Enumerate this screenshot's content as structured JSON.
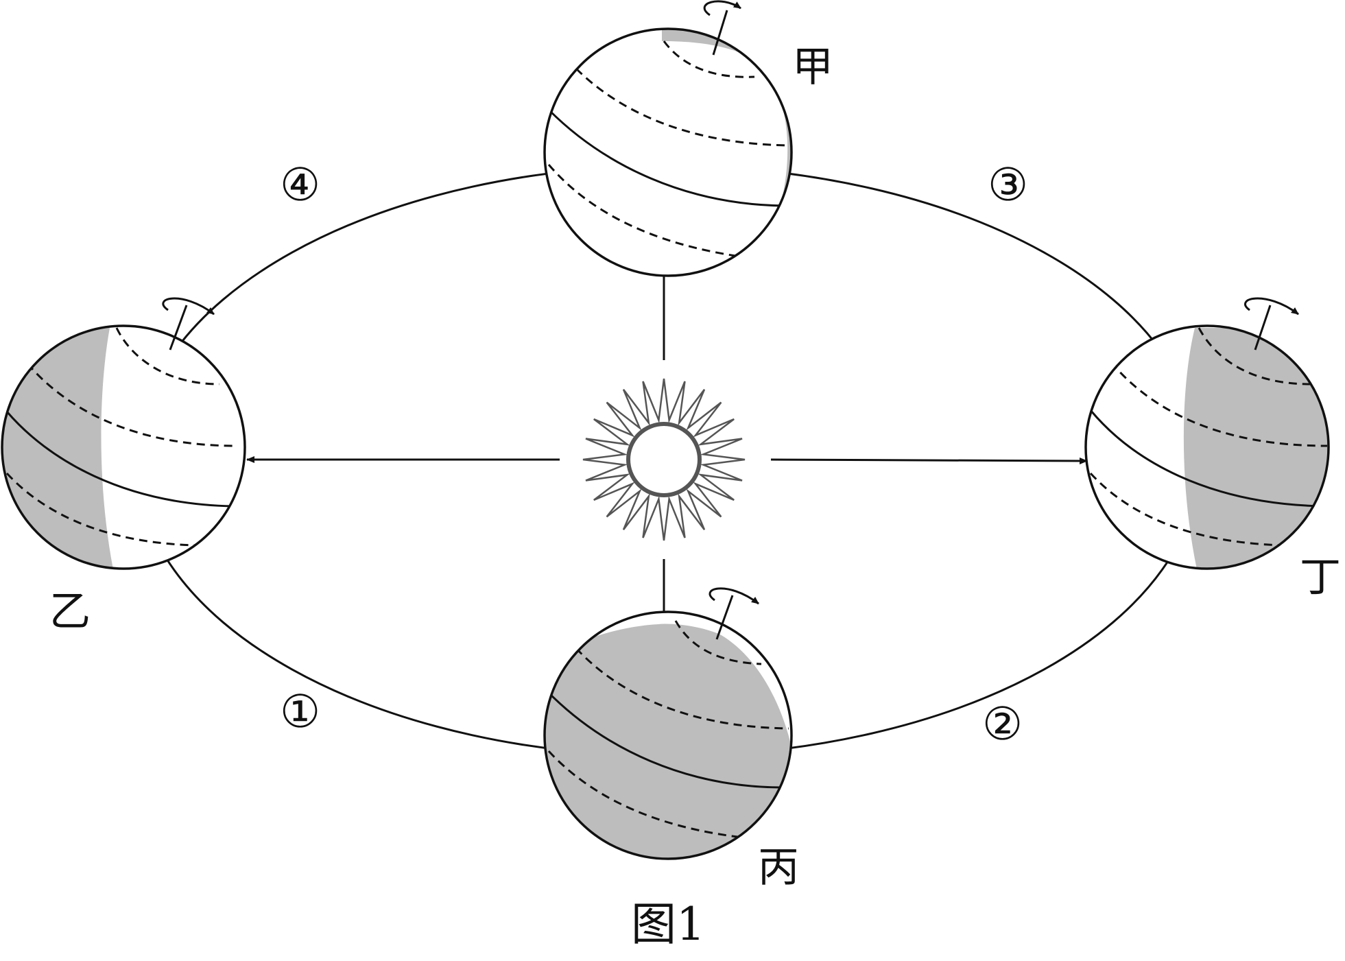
{
  "figure": {
    "caption": "图1",
    "positions": [
      {
        "id": "jia",
        "label": "甲"
      },
      {
        "id": "yi",
        "label": "乙"
      },
      {
        "id": "bing",
        "label": "丙"
      },
      {
        "id": "ding",
        "label": "丁"
      }
    ],
    "segments": [
      {
        "id": "seg1",
        "label": "①"
      },
      {
        "id": "seg2",
        "label": "②"
      },
      {
        "id": "seg3",
        "label": "③"
      },
      {
        "id": "seg4",
        "label": "④"
      }
    ],
    "colors": {
      "line": "#111111",
      "night_shading": "#bdbdbd",
      "sun": "#555555"
    }
  }
}
